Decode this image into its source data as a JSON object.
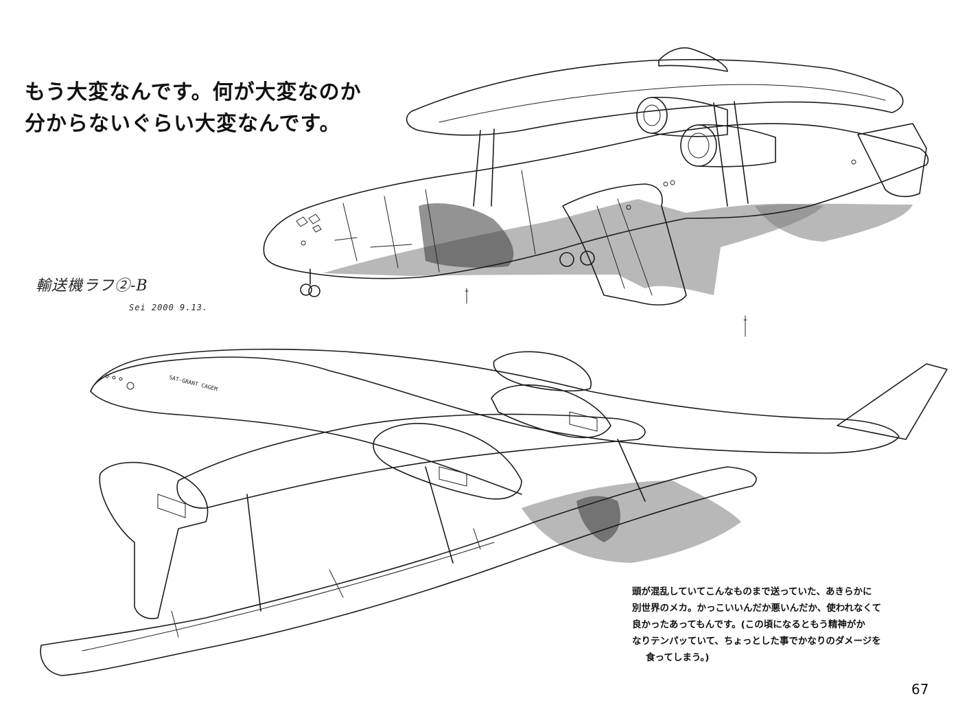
{
  "headline": {
    "line1": "もう大変なんです。何が大変なのか",
    "line2": "分からないぐらい大変なんです。"
  },
  "caption": {
    "title": "輸送機ラフ②-B",
    "signature": "Sei 2000 9.13."
  },
  "aircraft_marking": "SAT-GRANT CAGEM",
  "note": {
    "line1": "頭が混乱していてこんなものまで送っていた、あきらかに",
    "line2": "別世界のメカ。かっこいいんだか悪いんだか、使われなくて",
    "line3": "良かったあってもんです。(この頃になるともう精神がか",
    "line4": "なりテンパッていて、ちょっとした事でかなりのダメージを",
    "line5": "食ってしまう。)"
  },
  "page_number": "67"
}
